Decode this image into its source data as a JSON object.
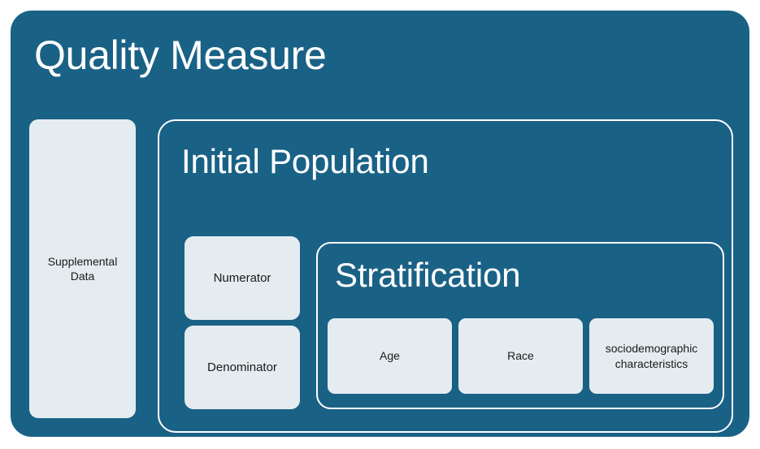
{
  "diagram": {
    "title": "Quality Measure",
    "colors": {
      "container_fill": "#1A6186",
      "box_fill": "#e5ecf0",
      "border": "#ffffff",
      "heading_text": "#ffffff",
      "box_text": "#1a1a1a",
      "page_background": "#ffffff"
    },
    "supplemental_data": {
      "label": "Supplemental Data"
    },
    "initial_population": {
      "title": "Initial Population",
      "measure_boxes": [
        {
          "label": "Numerator"
        },
        {
          "label": "Denominator"
        }
      ],
      "stratification": {
        "title": "Stratification",
        "items": [
          {
            "label": "Age"
          },
          {
            "label": "Race"
          },
          {
            "label": "sociodemographic characteristics"
          }
        ]
      }
    }
  }
}
